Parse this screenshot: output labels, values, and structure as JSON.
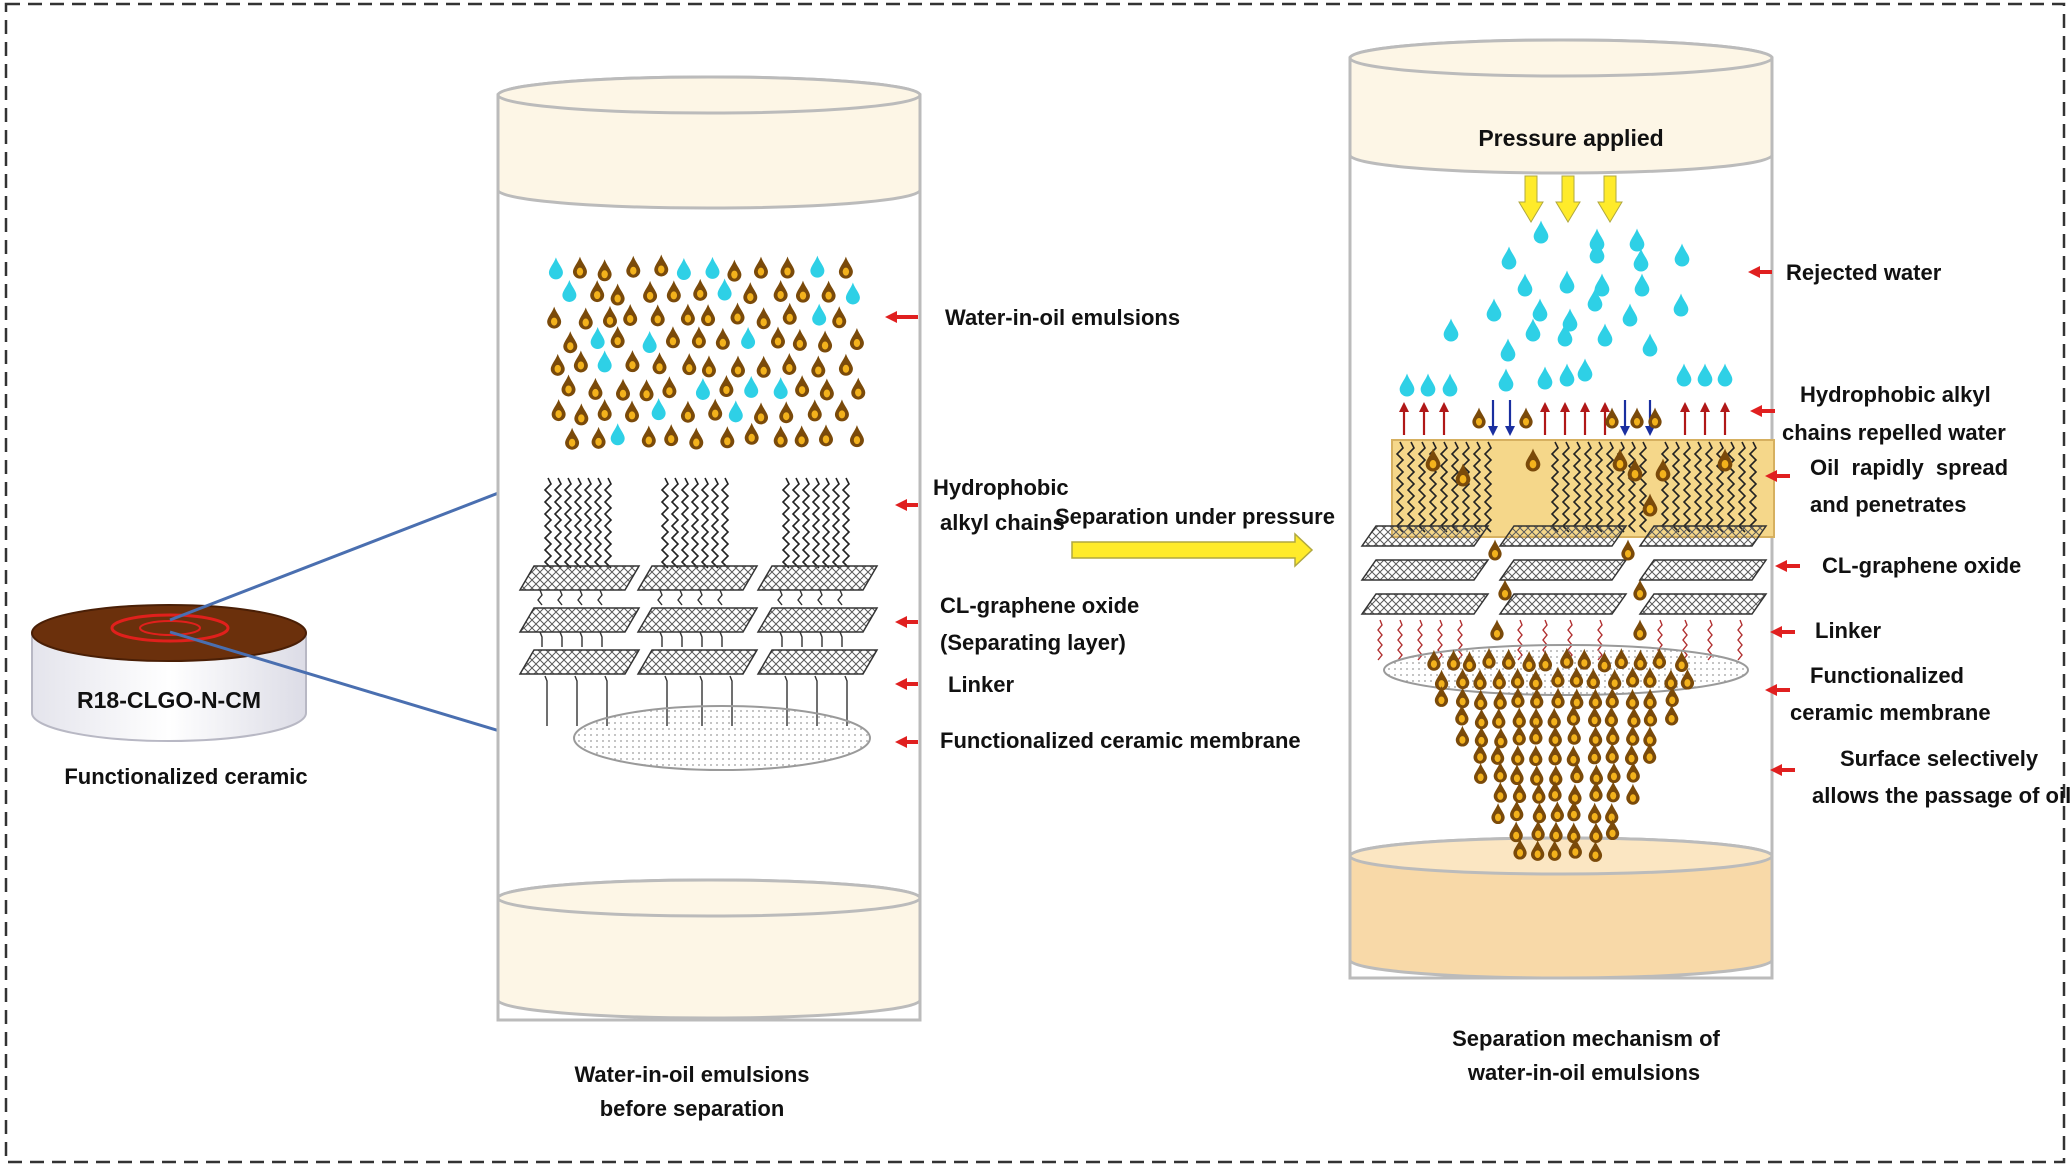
{
  "colors": {
    "water_drop": "#2ed0e6",
    "oil_drop_outer": "#7a4a0a",
    "oil_drop_inner": "#f3b21c",
    "label_arrow": "#e02020",
    "cylinder_cap": "#fdf6e6",
    "oil_reservoir": "#f8d9a8",
    "oil_layer": "#f5d78a",
    "pressure_arrow": "#ffeb2a",
    "disc_top": "#6b300c",
    "connector_line": "#4a6fb0",
    "down_arrow": "#1a2fa0",
    "up_arrow": "#b01818"
  },
  "left_device": {
    "disc_label": "R18-CLGO-N-CM",
    "caption": "Functionalized ceramic"
  },
  "middle_cylinder": {
    "labels": {
      "emulsions": "Water-in-oil emulsions",
      "alkyl_1": "Hydrophobic",
      "alkyl_2": "alkyl chains",
      "graphene_1": "CL-graphene oxide",
      "graphene_2": "(Separating layer)",
      "linker": "Linker",
      "membrane": "Functionalized ceramic membrane"
    },
    "caption_1": "Water-in-oil emulsions",
    "caption_2": "before separation"
  },
  "transition_arrow": {
    "label": "Separation under pressure"
  },
  "right_cylinder": {
    "pressure_label": "Pressure applied",
    "labels": {
      "rejected": "Rejected water",
      "repel_1": "Hydrophobic alkyl",
      "repel_2": "chains repelled water",
      "oil_spread_1": "Oil  rapidly  spread",
      "oil_spread_2": "and penetrates",
      "graphene": "CL-graphene oxide",
      "linker": "Linker",
      "membrane_1": "Functionalized",
      "membrane_2": "ceramic membrane",
      "surface_1": "Surface selectively",
      "surface_2": "allows the passage of oil"
    },
    "caption_1": "Separation mechanism of",
    "caption_2": "water-in-oil emulsions"
  }
}
